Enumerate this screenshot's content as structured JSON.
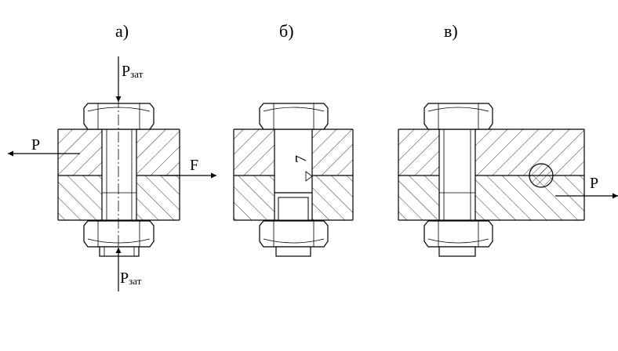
{
  "labels": {
    "fig_a": "а)",
    "fig_b": "б)",
    "fig_v": "в)",
    "load_p_a": "P",
    "load_f": "F",
    "preload_base_top": "P",
    "preload_sub_top": "зат",
    "preload_base_bottom": "P",
    "preload_sub_bottom": "зат",
    "fit_mark": "7",
    "load_p_v": "P"
  }
}
